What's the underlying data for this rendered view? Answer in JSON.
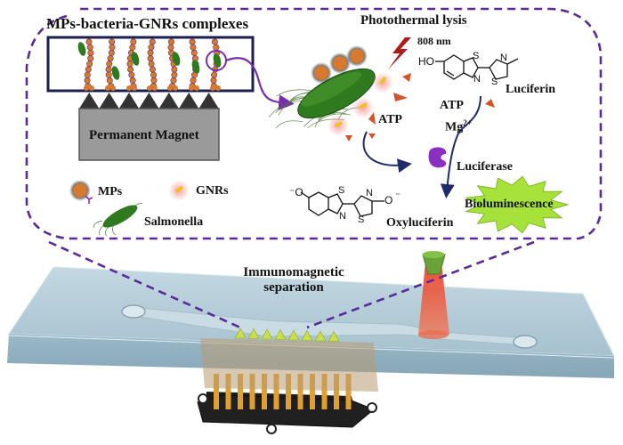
{
  "figure": {
    "inset": {
      "complexes_title": "MPs-bacteria-GNRs complexes",
      "magnet_label": "Permanent Magnet",
      "lysis_title": "Photothermal lysis",
      "wavelength": "808 nm",
      "atp_release": "ATP",
      "luciferin": {
        "name": "Luciferin",
        "atoms": {
          "ho": "HO",
          "s1": "S",
          "n1": "N",
          "n2": "N",
          "s2": "S"
        }
      },
      "reaction": {
        "atp": "ATP",
        "mg": "Mg",
        "mg_charge": "2+",
        "enzyme": "Luciferase"
      },
      "oxyluciferin": {
        "name": "Oxyluciferin",
        "atoms": {
          "o_left": "⁻O",
          "s1": "S",
          "n1": "N",
          "n2": "N",
          "s2": "S",
          "o_right": "O",
          "charge": "⁻"
        }
      },
      "emission": "Bioluminescence",
      "legend": [
        {
          "key": "mp",
          "label": "MPs"
        },
        {
          "key": "gnr",
          "label": "GNRs"
        },
        {
          "key": "bacteria",
          "label": "Salmonella"
        }
      ]
    },
    "chip": {
      "separation_label_line1": "Immunomagnetic",
      "separation_label_line2": "separation"
    },
    "colors": {
      "dash_purple": "#5b2a9a",
      "mp_orange": "#d7792f",
      "bacteria_green": "#2f7a1f",
      "magnet_gray": "#9a9a9a",
      "laser_red": "#e0452a",
      "burst_green": "#a6e23a",
      "enzyme_purple": "#8a2fbf",
      "arrow_navy": "#1d2a6b",
      "chip_blue": "#a9c4d2"
    }
  }
}
